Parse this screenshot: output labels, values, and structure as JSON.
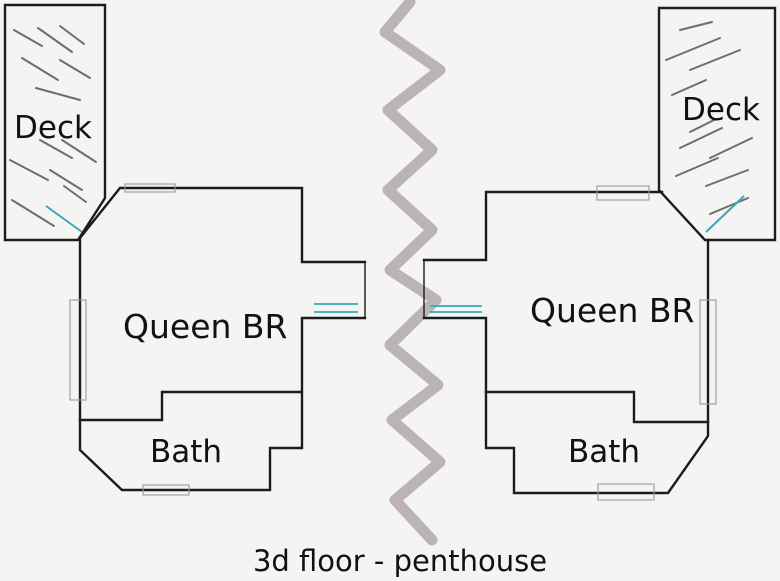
{
  "colors": {
    "background": "#f4f4f2",
    "walls": "#1c1c1c",
    "door_glass": "#3aa8b2",
    "break_line": "#b7afb3"
  },
  "left_unit": {
    "deck_label": "Deck",
    "bedroom_label": "Queen BR",
    "bath_label": "Bath"
  },
  "right_unit": {
    "deck_label": "Deck",
    "bedroom_label": "Queen BR",
    "bath_label": "Bath"
  },
  "caption": "3d floor - penthouse"
}
